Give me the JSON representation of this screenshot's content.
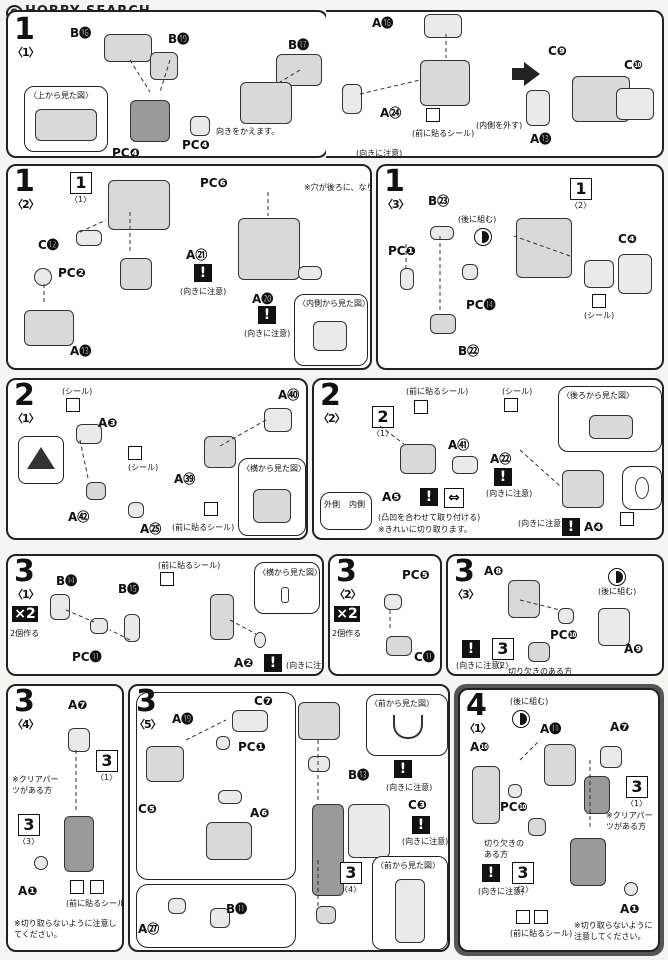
{
  "logo": "HOBBY SEARCH",
  "panels": {
    "p11": {
      "step": "1",
      "sub": "〈1〉",
      "labels": [
        "B⓰",
        "B⓳",
        "B⓱",
        "A⓰",
        "A⓭",
        "A㉔",
        "C❾",
        "C❿",
        "PC❹",
        "PC❹"
      ],
      "bubble_title": "〈上から見た図〉",
      "note_turn": "向きをかえます。",
      "note_seal": "(前に貼るシール)",
      "note_orient": "(向きに注意)",
      "note_arch": "(内側を外す)"
    },
    "p12": {
      "step": "1",
      "sub": "〈2〉",
      "ref_step": "1",
      "ref_sub": "〈1〉",
      "labels": [
        "PC❻",
        "C⓬",
        "PC❷",
        "A⓭",
        "A㉑",
        "A⓴"
      ],
      "note_hole": "※穴が後ろに、なります。",
      "note_orient1": "(向きに注意)",
      "note_orient2": "(向きに注意)",
      "bubble_title": "〈内側から見た図〉"
    },
    "p13": {
      "step": "1",
      "sub": "〈3〉",
      "ref_step": "1",
      "ref_sub": "〈2〉",
      "labels": [
        "B㉓",
        "C❹",
        "PC❶",
        "PC⓮",
        "B㉒"
      ],
      "note_back": "(後に組む)",
      "note_seal": "(シール)"
    },
    "p21": {
      "step": "2",
      "sub": "〈1〉",
      "labels": [
        "A❸",
        "A㊵",
        "A㊴",
        "A㊷",
        "A㉕"
      ],
      "note_seal1": "(シール)",
      "note_seal2": "(シール)",
      "note_front_seal": "(前に貼るシール)",
      "bubble_title": "〈横から見た図〉"
    },
    "p22": {
      "step": "2",
      "sub": "〈2〉",
      "ref_step": "2",
      "ref_sub": "〈1〉",
      "labels": [
        "A㊶",
        "A㉒",
        "A❺",
        "A❹"
      ],
      "note_front_seal": "(前に貼るシール)",
      "note_seal": "(シール)",
      "bubble_title": "〈後ろから見た図〉",
      "note_orient1": "(向きに注意)",
      "note_orient2": "(向きに注意)",
      "note_join": "(凸凹を合わせて取り付ける)",
      "note_cut": "※きれいに切り取ります。",
      "outer": "外側",
      "inner": "内側"
    },
    "p31": {
      "step": "3",
      "sub": "〈1〉",
      "mult": "×2",
      "mult_note": "2個作る",
      "labels": [
        "B⓮",
        "B⓯",
        "PC⓫",
        "A❷"
      ],
      "note_front_seal": "(前に貼るシール)",
      "bubble_title": "〈横から見た図〉",
      "note_orient": "(向きに注意)"
    },
    "p32": {
      "step": "3",
      "sub": "〈2〉",
      "mult": "×2",
      "mult_note": "2個作る",
      "labels": [
        "PC❺",
        "C⓫"
      ]
    },
    "p33": {
      "step": "3",
      "sub": "〈3〉",
      "labels": [
        "A❽",
        "PC❿",
        "A❾"
      ],
      "note_back": "(後に組む)",
      "note_orient": "(向きに注意)",
      "ref_step": "3",
      "ref_sub": "〈2〉",
      "note_cut_side": "切り欠きのある方"
    },
    "p34": {
      "step": "3",
      "sub": "〈4〉",
      "labels": [
        "A❼",
        "A❶"
      ],
      "ref_step1": "3",
      "ref_sub1": "〈1〉",
      "ref_step2": "3",
      "ref_sub2": "〈3〉",
      "note_clear": "※クリアパーツがある方",
      "note_front_seal": "(前に貼るシール)",
      "note_cutoff": "※切り取らないように注意してください。"
    },
    "p35": {
      "step": "3",
      "sub": "〈5〉",
      "labels": [
        "A⓳",
        "C❼",
        "PC❶",
        "C❺",
        "A❻",
        "B⓭",
        "C❸",
        "A㉗",
        "B⓫"
      ],
      "bubble_title1": "〈前から見た図〉",
      "bubble_title2": "〈前から見た図〉",
      "note_orient1": "(向きに注意)",
      "note_orient2": "(向きに注意)",
      "ref_step": "3",
      "ref_sub": "〈4〉"
    },
    "p41": {
      "step": "4",
      "sub": "〈1〉",
      "labels": [
        "A❿",
        "A⓫",
        "A❼",
        "PC❿",
        "A❶"
      ],
      "note_back": "(後に組む)",
      "ref_step1": "3",
      "ref_sub1": "〈1〉",
      "ref_step2": "3",
      "ref_sub2": "〈2〉",
      "note_clear": "※クリアパーツがある方",
      "note_cut_side": "切り欠きのある方",
      "note_orient": "(向きに注意)",
      "note_front_seal": "(前に貼るシール)",
      "note_cutoff": "※切り取らないように注意してください。"
    }
  }
}
